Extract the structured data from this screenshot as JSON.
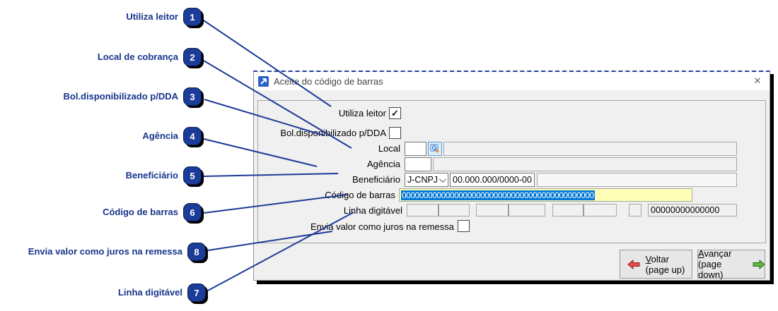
{
  "annotations": {
    "accent_color": "#1b3a96",
    "items": [
      {
        "num": "1",
        "label": "Utiliza leitor"
      },
      {
        "num": "2",
        "label": "Local de cobrança"
      },
      {
        "num": "3",
        "label": "Bol.disponibilizado p/DDA"
      },
      {
        "num": "4",
        "label": "Agência"
      },
      {
        "num": "5",
        "label": "Beneficiário"
      },
      {
        "num": "6",
        "label": "Código de barras"
      },
      {
        "num": "8",
        "label": "Envia valor como juros na remessa"
      },
      {
        "num": "7",
        "label": "Linha digitável"
      }
    ]
  },
  "dialog": {
    "title": "Aceite do código de barras",
    "close_glyph": "✕",
    "fields": {
      "utiliza_leitor": {
        "label": "Utiliza leitor",
        "checked": true,
        "check_glyph": "✓"
      },
      "bol_dda": {
        "label": "Bol.disponibilizado p/DDA",
        "checked": false
      },
      "local": {
        "label": "Local",
        "code_value": "",
        "desc_value": ""
      },
      "agencia": {
        "label": "Agência",
        "code_value": "",
        "desc_value": ""
      },
      "beneficiario": {
        "label": "Beneficiário",
        "tipo_selected": "J-CNPJ",
        "doc_value": "00.000.000/0000-00",
        "name_value": ""
      },
      "codigo_barras": {
        "label": "Código de barras",
        "value": "00000000000000000000000000000000000000000000",
        "selection_color": "#0078d7",
        "field_color": "#ffffb8"
      },
      "linha_digitavel": {
        "label": "Linha digitável",
        "last_value": "00000000000000"
      },
      "envia_juros": {
        "label": "Envia valor como juros na remessa",
        "checked": false
      }
    },
    "buttons": {
      "voltar": {
        "accel": "V",
        "rest": "oltar",
        "sub": "(page up)"
      },
      "avancar": {
        "accel": "A",
        "rest": "vançar",
        "sub": "(page down)"
      }
    }
  }
}
